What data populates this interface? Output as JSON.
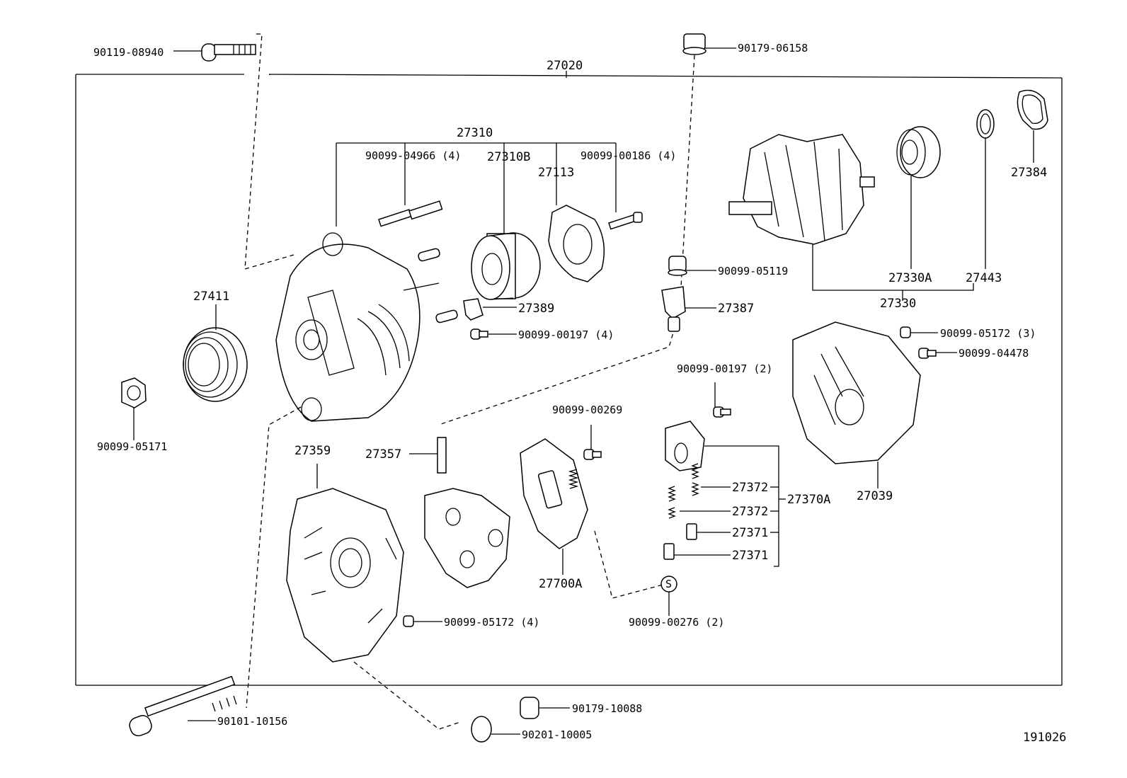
{
  "diagram": {
    "assembly_number": "27020",
    "diagram_id": "191026",
    "labels": {
      "p_90119_08940": "90119-08940",
      "p_90179_06158": "90179-06158",
      "p_27310": "27310",
      "p_90099_04966": "90099-04966 (4)",
      "p_27310B": "27310B",
      "p_27113": "27113",
      "p_90099_00186": "90099-00186 (4)",
      "p_27384": "27384",
      "p_27411": "27411",
      "p_90099_05119": "90099-05119",
      "p_27330A": "27330A",
      "p_27443": "27443",
      "p_27330": "27330",
      "p_27389": "27389",
      "p_27387": "27387",
      "p_90099_00197_4": "90099-00197 (4)",
      "p_90099_05172_3": "90099-05172 (3)",
      "p_90099_04478": "90099-04478",
      "p_90099_00197_2": "90099-00197 (2)",
      "p_90099_05171": "90099-05171",
      "p_90099_00269": "90099-00269",
      "p_27359": "27359",
      "p_27357": "27357",
      "p_27372_a": "27372",
      "p_27370A": "27370A",
      "p_27039": "27039",
      "p_27372_b": "27372",
      "p_27371_a": "27371",
      "p_27371_b": "27371",
      "p_27700A": "27700A",
      "p_90099_05172_4": "90099-05172 (4)",
      "p_90099_00276": "90099-00276 (2)",
      "p_90179_10088": "90179-10088",
      "p_90101_10156": "90101-10156",
      "p_90201_10005": "90201-10005"
    }
  }
}
